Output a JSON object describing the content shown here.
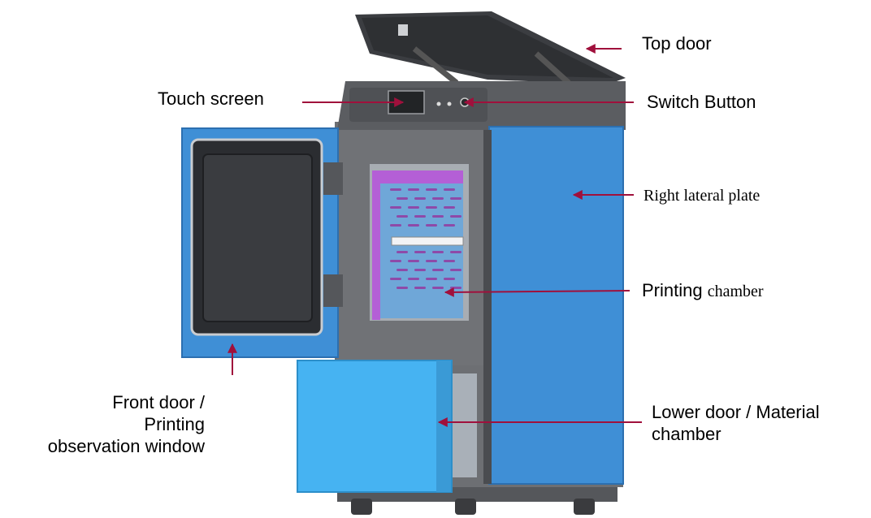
{
  "colors": {
    "arrow": "#a0103c",
    "panel_blue": "#3f8fd6",
    "panel_blue_light": "#46b3f2",
    "frame_gray": "#6d6f73",
    "frame_dark": "#3d3f43",
    "chamber_blue": "#6fa7d8",
    "chamber_purple": "#b45fd6"
  },
  "labels": {
    "top_door": "Top door",
    "touch_screen": "Touch screen",
    "switch_button": "Switch Button",
    "right_lateral_plate": "Right lateral plate",
    "printing": "Printing",
    "chamber": "chamber",
    "front_door_line1": "Front door /",
    "front_door_line2": "Printing",
    "front_door_line3": "observation window",
    "lower_door_line1": "Lower door / Material",
    "lower_door_line2": "chamber"
  }
}
